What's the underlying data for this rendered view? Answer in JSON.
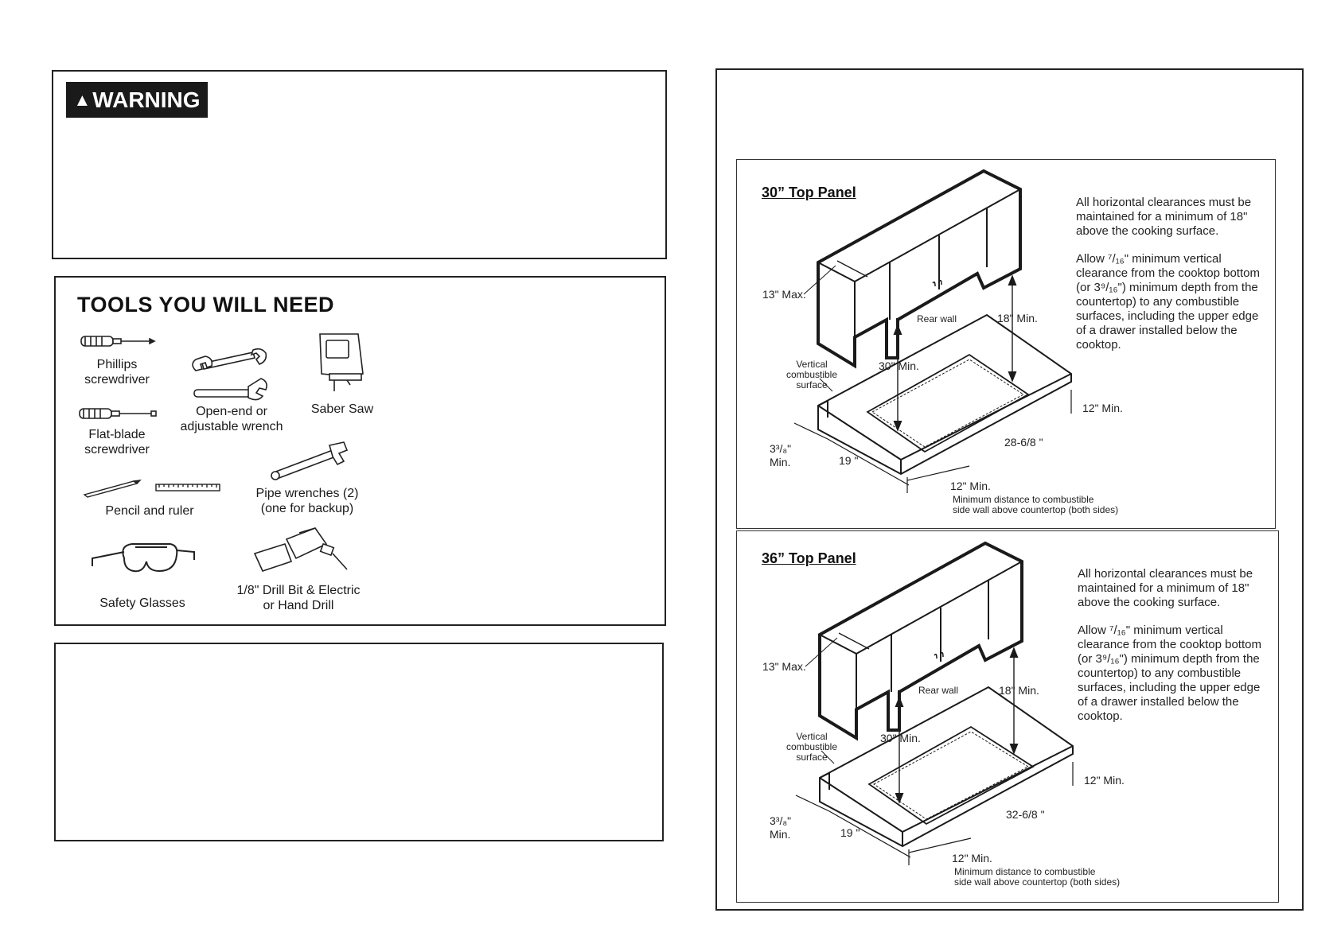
{
  "warning": {
    "label": "WARNING"
  },
  "tools": {
    "title": "TOOLS YOU WILL NEED",
    "items": [
      {
        "line1": "Phillips",
        "line2": "screwdriver"
      },
      {
        "line1": "Flat-blade",
        "line2": "screwdriver"
      },
      {
        "line1": "Open-end or",
        "line2": "adjustable wrench"
      },
      {
        "line1": "Saber Saw",
        "line2": ""
      },
      {
        "line1": "Pencil and ruler",
        "line2": ""
      },
      {
        "line1": "Pipe wrenches (2)",
        "line2": "(one for backup)"
      },
      {
        "line1": "Safety Glasses",
        "line2": ""
      },
      {
        "line1": "1/8\" Drill Bit & Electric",
        "line2": "or Hand Drill"
      }
    ]
  },
  "panels": [
    {
      "title": "30” Top Panel",
      "note1": "All horizontal clearances must be maintained for a minimum of 18\" above the cooking surface.",
      "note2": "Allow ⁷/₁₆\" minimum vertical clearance from the cooktop bottom (or 3⁹/₁₆\") minimum depth from the countertop) to any combustible surfaces, including the upper edge of a drawer installed below the cooktop.",
      "dims": {
        "max13": "13\" Max.",
        "rear_wall": "Rear wall",
        "min18": "18\" Min.",
        "vertical1": "Vertical",
        "vertical2": "combustible",
        "vertical3": "surface",
        "min30": "30\" Min.",
        "min12_right": "12\" Min.",
        "width": "28-6/8 \"",
        "depth_a": "3³/₈\"",
        "depth_b": "Min.",
        "depth19": "19 \"",
        "min12_bottom": "12\" Min.",
        "caption1": "Minimum distance to combustible",
        "caption2": "side wall above countertop (both sides)"
      }
    },
    {
      "title": "36” Top Panel",
      "note1": "All horizontal clearances must be maintained for a minimum of 18\" above the cooking surface.",
      "note2": "Allow ⁷/₁₆\" minimum vertical clearance from the cooktop bottom (or 3⁹/₁₆\") minimum depth from the countertop) to any combustible surfaces, including the upper edge of a drawer installed below the cooktop.",
      "dims": {
        "max13": "13\" Max.",
        "rear_wall": "Rear wall",
        "min18": "18\" Min.",
        "vertical1": "Vertical",
        "vertical2": "combustible",
        "vertical3": "surface",
        "min30": "30\" Min.",
        "min12_right": "12\" Min.",
        "width": "32-6/8 \"",
        "depth_a": "3³/₈\"",
        "depth_b": "Min.",
        "depth19": "19 \"",
        "min12_bottom": "12\" Min.",
        "caption1": "Minimum distance to combustible",
        "caption2": "side wall above countertop (both sides)"
      }
    }
  ],
  "icons": [
    "warning-triangle-icon",
    "phillips-screwdriver-icon",
    "flat-blade-screwdriver-icon",
    "open-end-wrench-icon",
    "adjustable-wrench-icon",
    "saber-saw-icon",
    "pencil-icon",
    "ruler-icon",
    "pipe-wrench-icon",
    "safety-glasses-icon",
    "electric-drill-icon"
  ]
}
